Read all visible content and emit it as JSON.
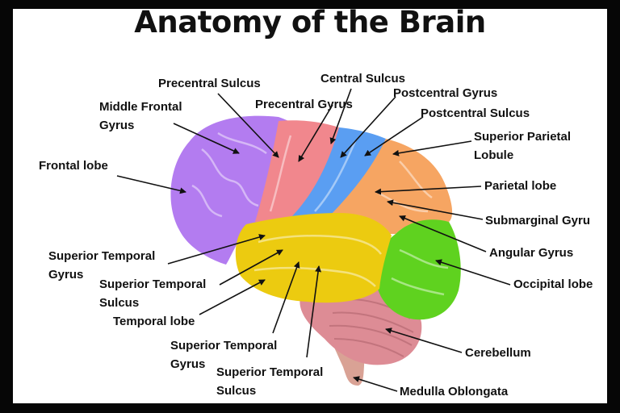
{
  "title": "Anatomy of the Brain",
  "colors": {
    "frontal": "#b37cf0",
    "precentral": "#f1878d",
    "postcentral": "#5a9ef2",
    "parietal": "#f6a562",
    "temporal": "#eccb10",
    "occipital": "#5fd21f",
    "cerebellum": "#dd8c95",
    "brainstem": "#d9a295"
  },
  "labels": {
    "precentral_sulcus": "Precentral Sulcus",
    "central_sulcus": "Central Sulcus",
    "middle_frontal_gyrus": "Middle Frontal\nGyrus",
    "precentral_gyrus": "Precentral Gyrus",
    "postcentral_gyrus": "Postcentral Gyrus",
    "postcentral_sulcus": "Postcentral Sulcus",
    "superior_parietal_lobule": "Superior Parietal\nLobule",
    "frontal_lobe": "Frontal lobe",
    "parietal_lobe": "Parietal lobe",
    "submarginal_gyrus": "Submarginal Gyru",
    "angular_gyrus": "Angular Gyrus",
    "superior_temporal_gyrus_1": "Superior Temporal\nGyrus",
    "occipital_lobe": "Occipital lobe",
    "superior_temporal_sulcus_1": "Superior Temporal\nSulcus",
    "temporal_lobe": "Temporal lobe",
    "cerebellum": "Cerebellum",
    "superior_temporal_gyrus_2": "Superior Temporal\nGyrus",
    "superior_temporal_sulcus_2": "Superior Temporal\nSulcus",
    "medulla_oblongata": "Medulla Oblongata"
  }
}
